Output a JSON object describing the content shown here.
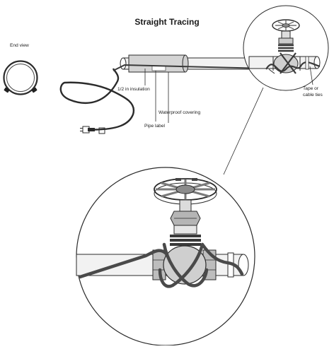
{
  "diagram": {
    "title": "Straight Tracing",
    "labels": {
      "end_view": "End view",
      "insulation": "1/2 in insulation",
      "waterproof": "Waterproof covering",
      "pipe_label": "Pipe label",
      "tape_line1": "Tape or",
      "tape_line2": "cable ties"
    },
    "colors": {
      "line": "#2b2b2b",
      "cable": "#3a3a3a",
      "pipe": "#f2f2f2",
      "covering": "#d4d4d4",
      "metal": "#9a9a9a",
      "dark_metal": "#5a5a5a"
    }
  }
}
